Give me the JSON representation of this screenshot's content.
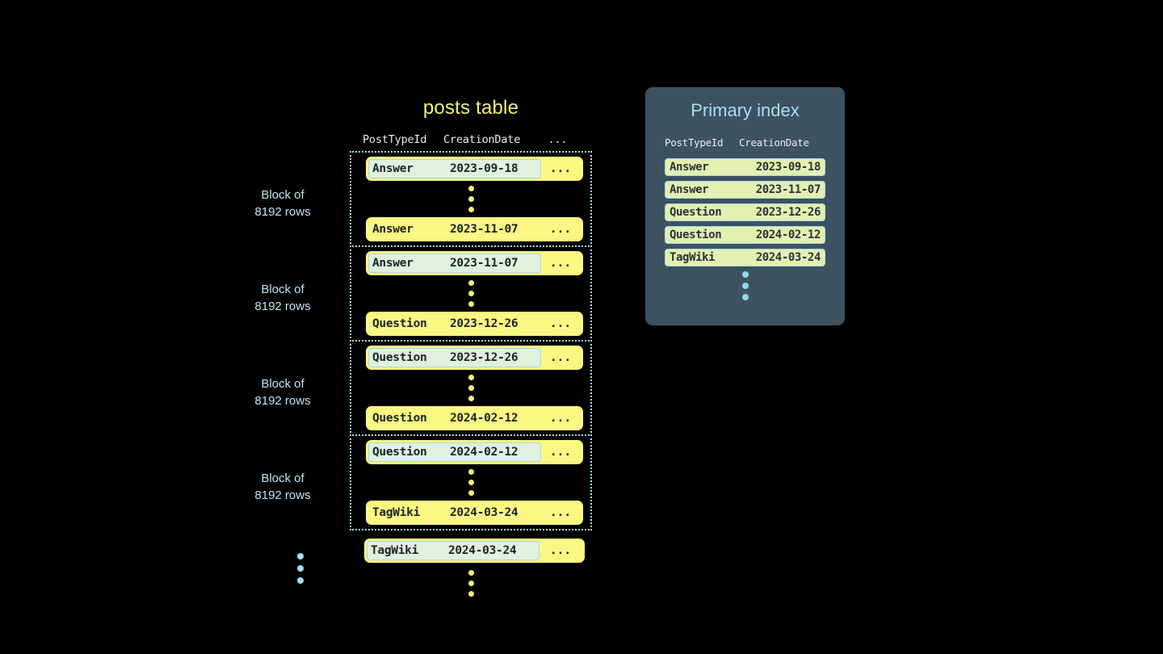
{
  "posts_table": {
    "title": "posts table",
    "columns": [
      "PostTypeId",
      "CreationDate",
      "..."
    ],
    "ellipsis_cell": "...",
    "blocks": [
      {
        "label_line1": "Block of",
        "label_line2": "8192 rows",
        "first_row": {
          "type": "Answer",
          "date": "2023-09-18",
          "etc": "...",
          "highlighted": true
        },
        "last_row": {
          "type": "Answer",
          "date": "2023-11-07",
          "etc": "...",
          "highlighted": false
        }
      },
      {
        "label_line1": "Block of",
        "label_line2": "8192 rows",
        "first_row": {
          "type": "Answer",
          "date": "2023-11-07",
          "etc": "...",
          "highlighted": true
        },
        "last_row": {
          "type": "Question",
          "date": "2023-12-26",
          "etc": "...",
          "highlighted": false
        }
      },
      {
        "label_line1": "Block of",
        "label_line2": "8192 rows",
        "first_row": {
          "type": "Question",
          "date": "2023-12-26",
          "etc": "...",
          "highlighted": true
        },
        "last_row": {
          "type": "Question",
          "date": "2024-02-12",
          "etc": "...",
          "highlighted": false
        }
      },
      {
        "label_line1": "Block of",
        "label_line2": "8192 rows",
        "first_row": {
          "type": "Question",
          "date": "2024-02-12",
          "etc": "...",
          "highlighted": true
        },
        "last_row": {
          "type": "TagWiki",
          "date": "2024-03-24",
          "etc": "...",
          "highlighted": false
        }
      }
    ],
    "trailing_row": {
      "type": "TagWiki",
      "date": "2024-03-24",
      "etc": "...",
      "highlighted": true
    }
  },
  "primary_index": {
    "title": "Primary index",
    "columns": [
      "PostTypeId",
      "CreationDate"
    ],
    "rows": [
      {
        "type": "Answer",
        "date": "2023-09-18"
      },
      {
        "type": "Answer",
        "date": "2023-11-07"
      },
      {
        "type": "Question",
        "date": "2023-12-26"
      },
      {
        "type": "Question",
        "date": "2024-02-12"
      },
      {
        "type": "TagWiki",
        "date": "2024-03-24"
      }
    ]
  },
  "colors": {
    "background": "#000000",
    "row_yellow": "#fbf783",
    "row_highlight_bg": "#e0f2dd",
    "highlight_border": "#a7d8e8",
    "index_panel_bg": "#3d5260",
    "index_row_bg": "#e3f0b0",
    "accent_blue": "#a8def0",
    "accent_yellow": "#f2f07f",
    "dot_yellow": "#f5f07a",
    "dot_blue": "#9fe0f0"
  }
}
